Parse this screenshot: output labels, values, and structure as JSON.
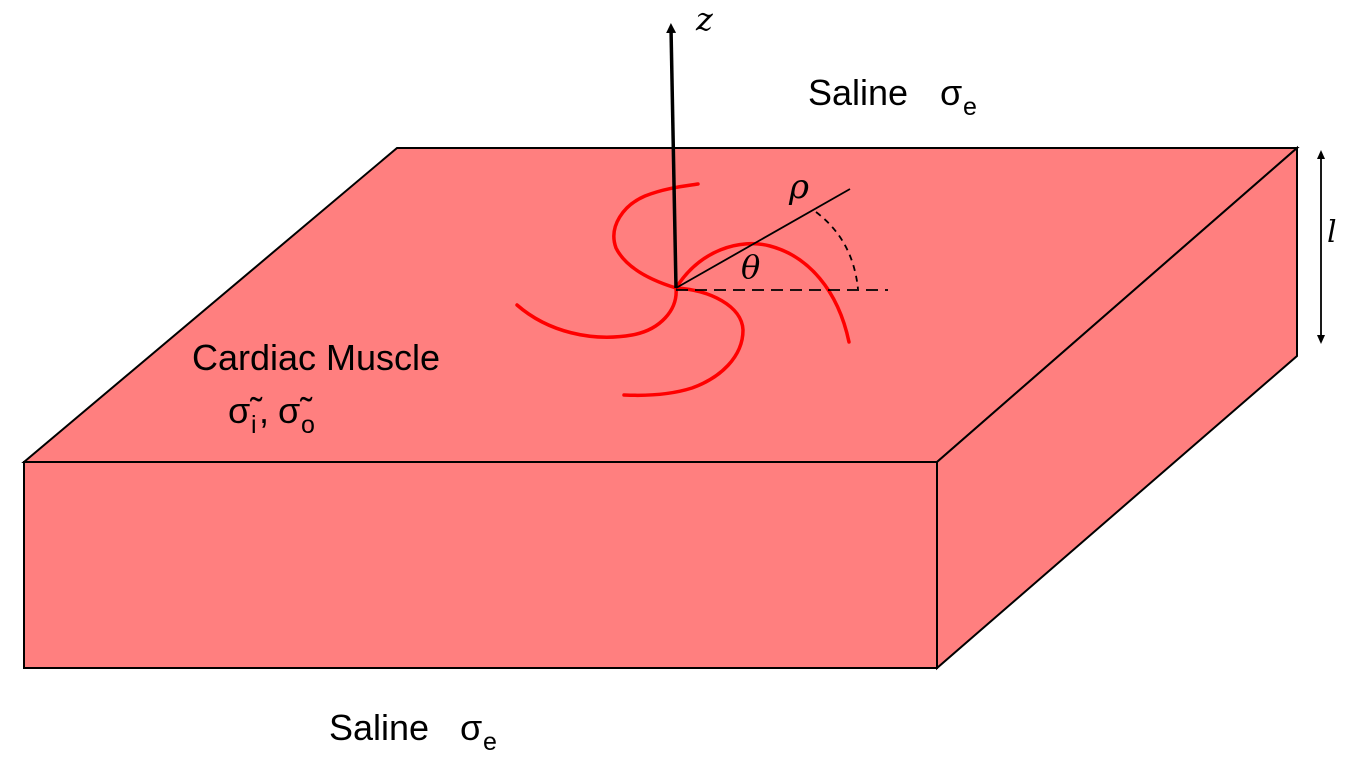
{
  "labels": {
    "z_axis": "z",
    "rho": "ρ",
    "theta": "θ",
    "thickness": "l",
    "saline_top_text": "Saline",
    "saline_top_sigma": "σ",
    "saline_top_sub": "e",
    "muscle_title": "Cardiac Muscle",
    "sigma_i": "σ̃",
    "sigma_i_sub": "i",
    "separator": ",",
    "sigma_o": "σ̃",
    "sigma_o_sub": "o",
    "saline_bottom_text": "Saline",
    "saline_bottom_sigma": "σ",
    "saline_bottom_sub": "e"
  },
  "colors": {
    "slab_fill": "#FF7F7F",
    "spiral": "#FF0000",
    "outline": "#000000",
    "background": "#FFFFFF"
  }
}
